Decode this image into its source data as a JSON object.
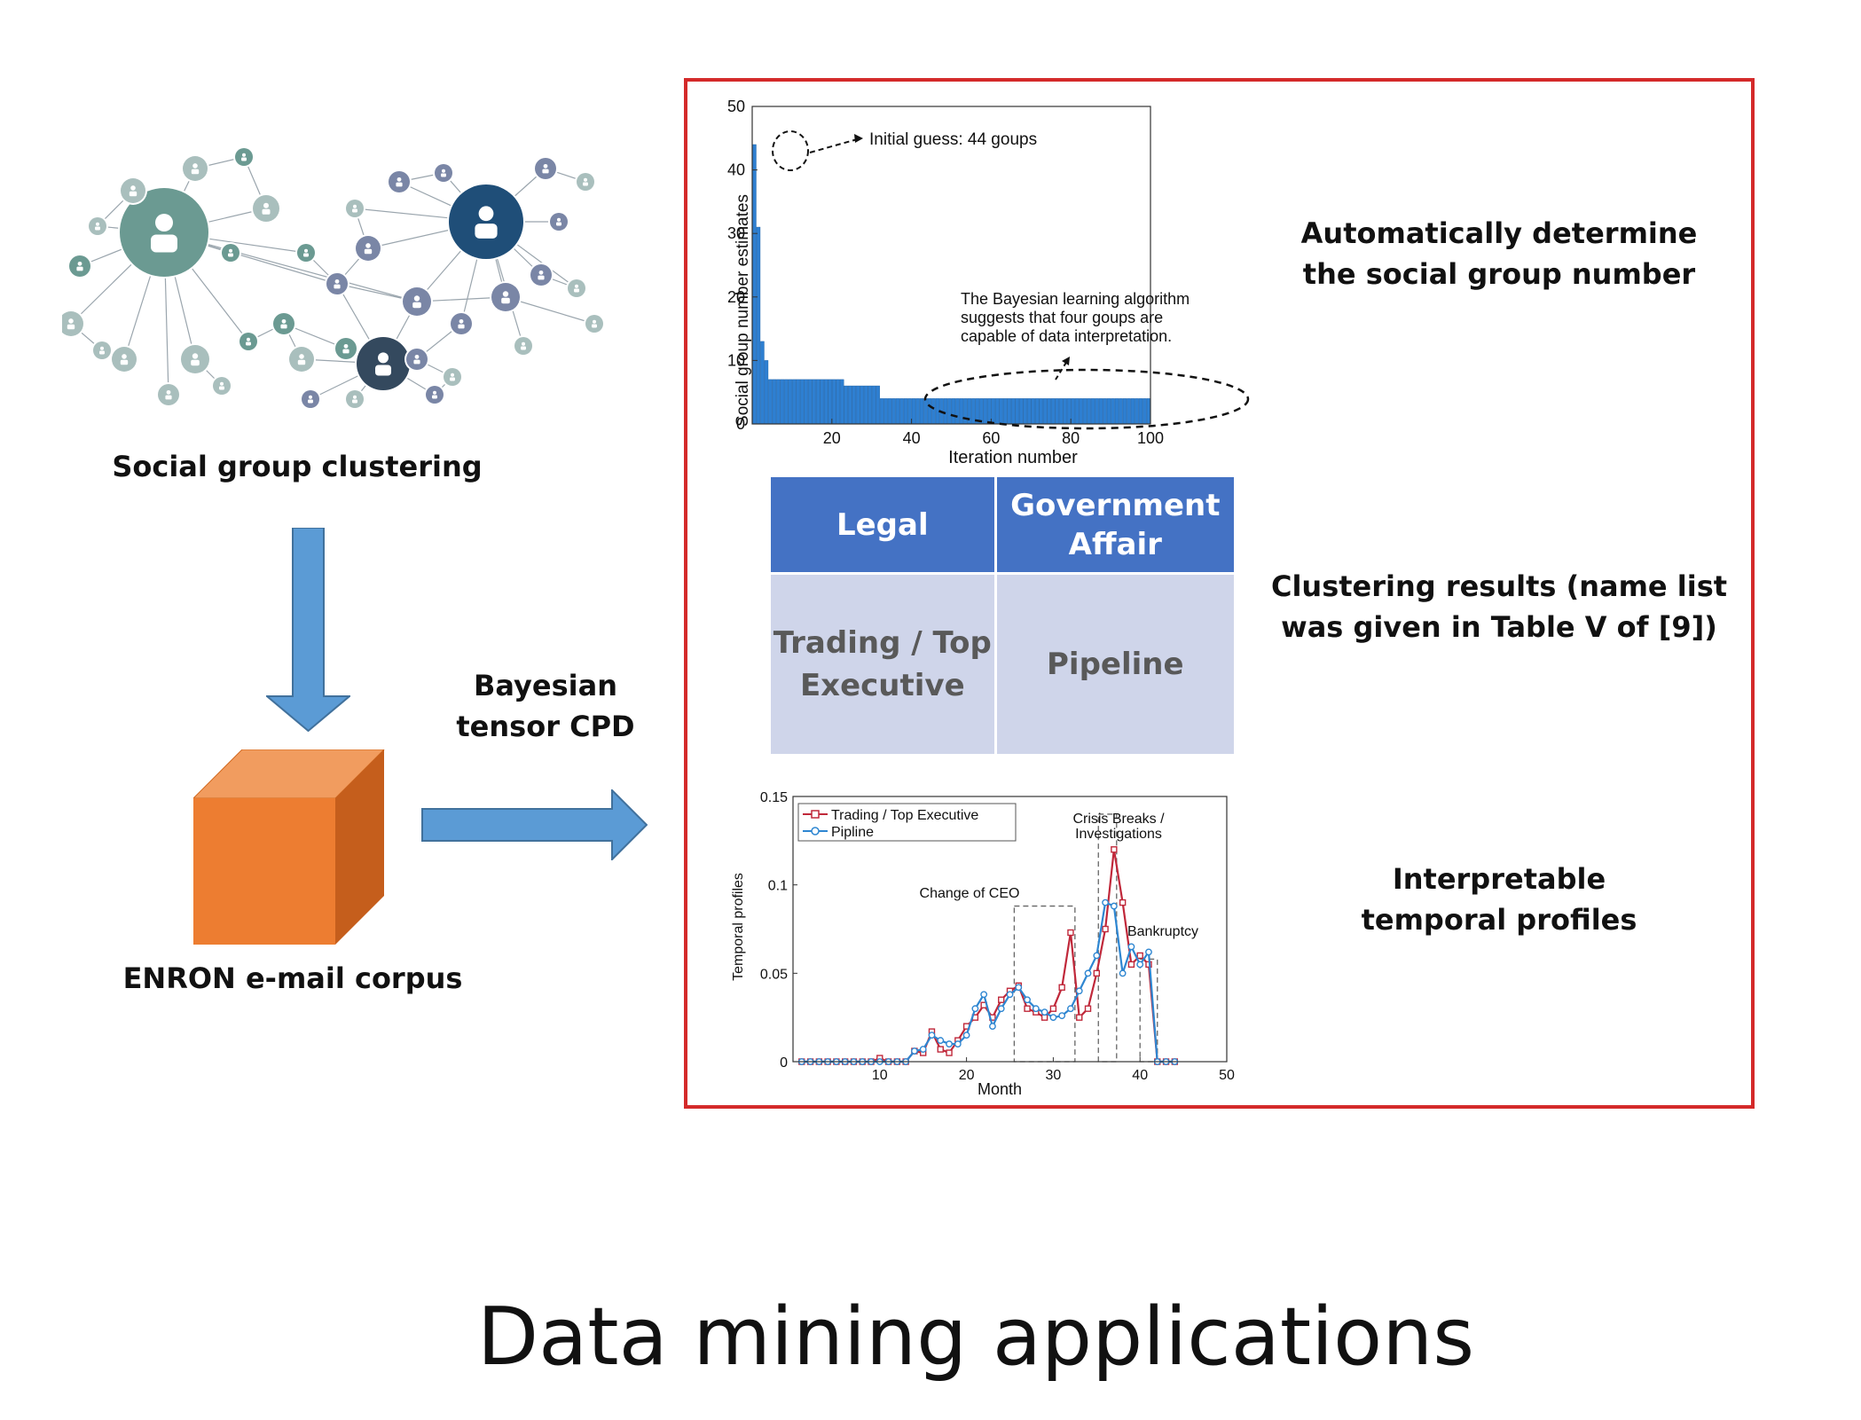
{
  "left": {
    "network_caption": "Social group clustering",
    "cube_caption": "ENRON e-mail corpus",
    "arrow_caption_line1": "Bayesian",
    "arrow_caption_line2": "tensor CPD"
  },
  "right_captions": {
    "cap1_line1": "Automatically determine",
    "cap1_line2": "the social group number",
    "cap2_line1": "Clustering results (name list",
    "cap2_line2": "was given in Table V of [9])",
    "cap3_line1": "Interpretable",
    "cap3_line2": "temporal profiles"
  },
  "table": {
    "headers": [
      "Legal",
      "Government Affair"
    ],
    "cells": [
      "Trading / Top Executive",
      "Pipeline"
    ]
  },
  "title": "Data mining applications",
  "colors": {
    "panel_border": "#d42a2a",
    "arrow_fill": "#5b9bd5",
    "cube_front": "#ed7d31",
    "table_header": "#4472c4",
    "table_body": "#cfd5ea",
    "bar": "#2e7fd1",
    "series_red": "#c0283a",
    "series_blue": "#2e86d1"
  },
  "chart_data": [
    {
      "type": "bar",
      "xlabel": "Iteration number",
      "ylabel": "Social group number estimates",
      "xlim": [
        0,
        100
      ],
      "ylim": [
        0,
        50
      ],
      "xticks": [
        20,
        40,
        60,
        80,
        100
      ],
      "yticks": [
        0,
        10,
        20,
        30,
        40,
        50
      ],
      "annotations": [
        "Initial guess:  44 goups",
        "The Bayesian learning algorithm",
        "suggests that four goups are",
        "capable of data interpretation."
      ],
      "x": [
        1,
        2,
        3,
        4,
        5,
        6,
        7,
        8,
        9,
        10,
        11,
        12,
        13,
        14,
        15,
        16,
        17,
        18,
        19,
        20,
        21,
        22,
        23,
        24,
        25,
        26,
        27,
        28,
        29,
        30,
        31,
        32,
        33,
        34,
        35,
        36,
        37,
        38,
        39,
        40,
        41,
        42,
        43,
        44,
        45,
        46,
        47,
        48,
        49,
        50,
        51,
        52,
        53,
        54,
        55,
        56,
        57,
        58,
        59,
        60,
        61,
        62,
        63,
        64,
        65,
        66,
        67,
        68,
        69,
        70,
        71,
        72,
        73,
        74,
        75,
        76,
        77,
        78,
        79,
        80,
        81,
        82,
        83,
        84,
        85,
        86,
        87,
        88,
        89,
        90,
        91,
        92,
        93,
        94,
        95,
        96,
        97,
        98,
        99,
        100
      ],
      "values": [
        44,
        31,
        13,
        10,
        7,
        7,
        7,
        7,
        7,
        7,
        7,
        7,
        7,
        7,
        7,
        7,
        7,
        7,
        7,
        7,
        7,
        7,
        7,
        6,
        6,
        6,
        6,
        6,
        6,
        6,
        6,
        6,
        4,
        4,
        4,
        4,
        4,
        4,
        4,
        4,
        4,
        4,
        4,
        4,
        4,
        4,
        4,
        4,
        4,
        4,
        4,
        4,
        4,
        4,
        4,
        4,
        4,
        4,
        4,
        4,
        4,
        4,
        4,
        4,
        4,
        4,
        4,
        4,
        4,
        4,
        4,
        4,
        4,
        4,
        4,
        4,
        4,
        4,
        4,
        4,
        4,
        4,
        4,
        4,
        4,
        4,
        4,
        4,
        4,
        4,
        4,
        4,
        4,
        4,
        4,
        4,
        4,
        4,
        4,
        4
      ]
    },
    {
      "type": "line",
      "xlabel": "Month",
      "ylabel": "Temporal profiles",
      "xlim": [
        0,
        50
      ],
      "ylim": [
        0,
        0.15
      ],
      "xticks": [
        10,
        20,
        30,
        40,
        50
      ],
      "yticks": [
        "0",
        "0.05",
        "0.1",
        "0.15"
      ],
      "legend_position": "top-left",
      "annotations": [
        "Change of CEO",
        "Crisis Breaks /",
        "Investigations",
        "Bankruptcy"
      ],
      "x": [
        1,
        2,
        3,
        4,
        5,
        6,
        7,
        8,
        9,
        10,
        11,
        12,
        13,
        14,
        15,
        16,
        17,
        18,
        19,
        20,
        21,
        22,
        23,
        24,
        25,
        26,
        27,
        28,
        29,
        30,
        31,
        32,
        33,
        34,
        35,
        36,
        37,
        38,
        39,
        40,
        41,
        42,
        43,
        44
      ],
      "series": [
        {
          "name": "Trading / Top Executive",
          "values": [
            0,
            0,
            0,
            0,
            0,
            0,
            0,
            0,
            0,
            0.002,
            0,
            0,
            0,
            0.006,
            0.005,
            0.017,
            0.007,
            0.005,
            0.012,
            0.02,
            0.025,
            0.032,
            0.025,
            0.035,
            0.04,
            0.043,
            0.03,
            0.028,
            0.025,
            0.03,
            0.042,
            0.073,
            0.025,
            0.03,
            0.05,
            0.075,
            0.12,
            0.09,
            0.055,
            0.06,
            0.055,
            0,
            0,
            0
          ]
        },
        {
          "name": "Pipline",
          "values": [
            0,
            0,
            0,
            0,
            0,
            0,
            0,
            0,
            0,
            0,
            0,
            0,
            0,
            0.006,
            0.007,
            0.015,
            0.012,
            0.01,
            0.01,
            0.015,
            0.03,
            0.038,
            0.02,
            0.03,
            0.038,
            0.042,
            0.035,
            0.03,
            0.028,
            0.025,
            0.026,
            0.03,
            0.04,
            0.05,
            0.06,
            0.09,
            0.088,
            0.05,
            0.065,
            0.055,
            0.062,
            0,
            0,
            0
          ]
        }
      ]
    }
  ]
}
